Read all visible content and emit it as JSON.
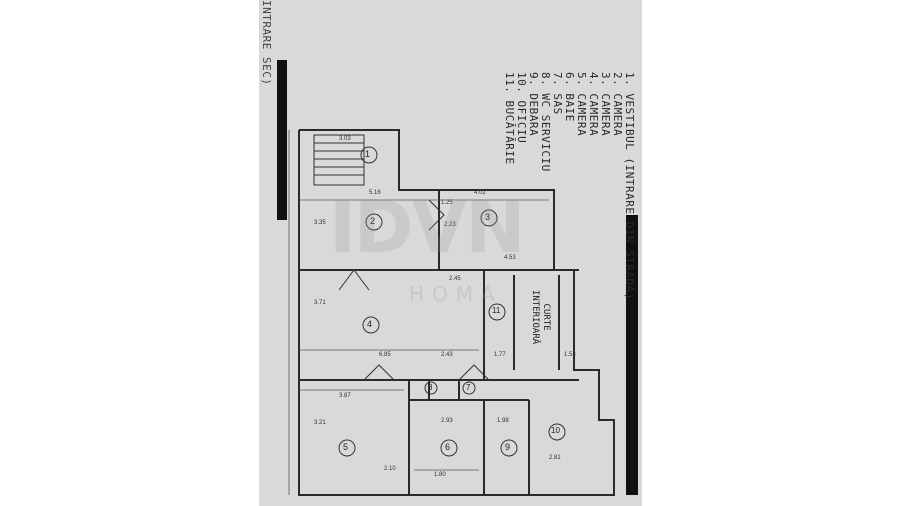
{
  "document": {
    "legend": [
      "1. VESTIBUL (INTRARE DIN STRADĂ)",
      "2. CAMERA",
      "3. CAMERA",
      "4. CAMERA",
      "5. CAMERA",
      "6. BAIE",
      "7. SAS",
      "8. WC SERVICIU",
      "9. DEBARA",
      "10. OFICIU",
      "11. BUCĂTĂRIE"
    ],
    "side_fragment": "INTRARE SEC)",
    "courtyard_label": [
      "CURTE",
      "INTERIOARĂ"
    ],
    "watermark": "IDVN",
    "watermark_sub": "HOMA",
    "room_numbers": [
      "1",
      "2",
      "3",
      "4",
      "5",
      "6",
      "7",
      "8",
      "9",
      "10",
      "11"
    ],
    "dimensions": [
      "3.03",
      "5.16",
      "4.02",
      "1.25",
      "3.35",
      "2.23",
      "2.45",
      "4.53",
      "6.85",
      "2.43",
      "3.87",
      "2.93",
      "1.98",
      "2.81",
      "1.80",
      "2.10",
      "1.77",
      "1.53",
      "3.71",
      "3.21"
    ]
  },
  "colors": {
    "paper": "#d9d9d9",
    "ink": "#2a2a2a",
    "dark": "#111111"
  }
}
